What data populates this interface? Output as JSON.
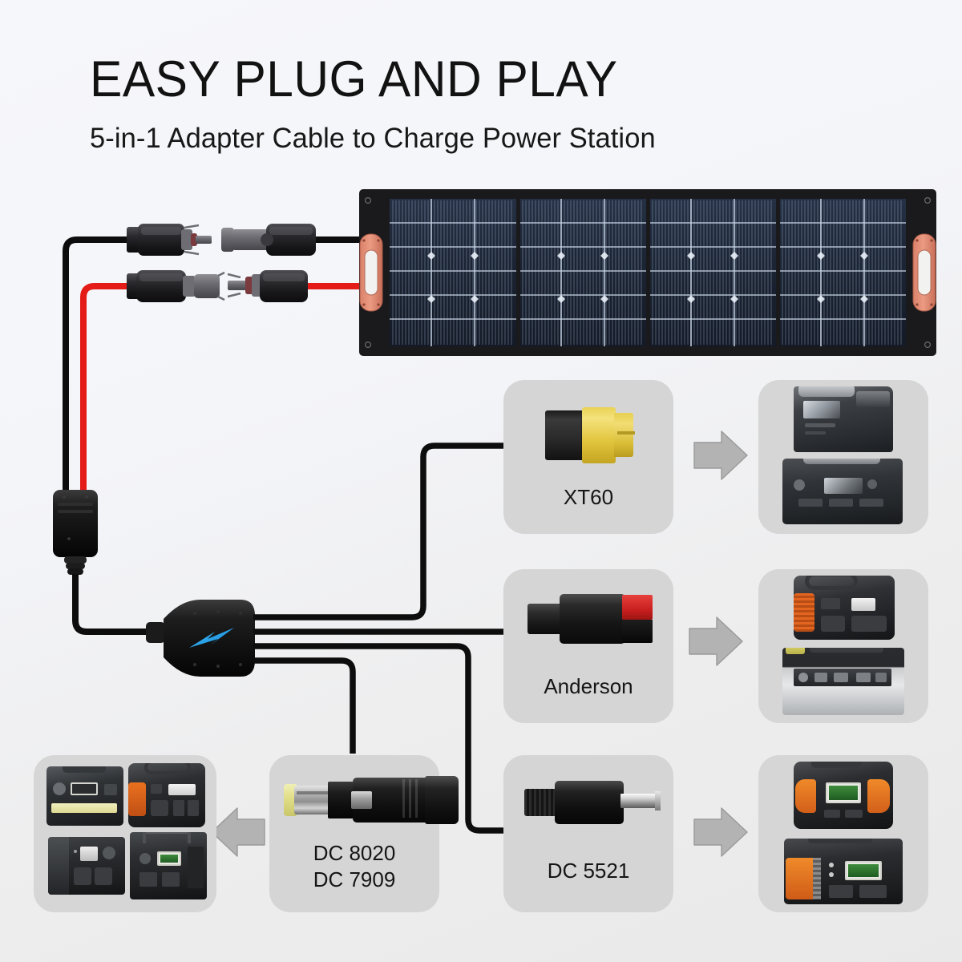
{
  "heading": {
    "title": "EASY PLUG AND PLAY",
    "subtitle": "5-in-1 Adapter Cable to Charge Power Station"
  },
  "colors": {
    "background_top": "#f6f7fb",
    "background_bottom": "#e9e9e9",
    "card_background": "#d5d5d5",
    "arrow": "#b3b3b3",
    "arrow_border": "#9a9a9a",
    "cable_black": "#0d0d0d",
    "cable_red": "#e41b17",
    "hub_bolt_blue": "#29a3e8",
    "xt60_yellow": "#e9d256",
    "anderson_red": "#d4241f",
    "dc_tip_yellow": "#e2e08a",
    "panel_handle_orange": "#e08a72",
    "panel_cell_navy": "#1b2433",
    "text": "#121212"
  },
  "solar_panel": {
    "name": "foldable-solar-panel",
    "sections": 4,
    "cell_rows": 6,
    "handles": [
      "left-handle",
      "right-handle"
    ]
  },
  "mc4_connectors": [
    {
      "name": "mc4-male-negative",
      "row": "top",
      "side": "left",
      "cable": "black"
    },
    {
      "name": "mc4-female-negative",
      "row": "top",
      "side": "right",
      "cable": "black"
    },
    {
      "name": "mc4-male-positive",
      "row": "bottom",
      "side": "left",
      "cable": "red"
    },
    {
      "name": "mc4-female-positive",
      "row": "bottom",
      "side": "right",
      "cable": "red"
    }
  ],
  "hub": {
    "name": "5-in-1-splitter-hub",
    "logo": "lightning-bolt-icon",
    "input_connector": "mc4-to-dc-input-plug",
    "output_count": 4
  },
  "connector_cards": [
    {
      "id": "xt60",
      "label": "XT60",
      "icon": "xt60-connector-icon",
      "arrow": "arrow-right-icon",
      "arrow_direction": "right"
    },
    {
      "id": "anderson",
      "label": "Anderson",
      "icon": "anderson-connector-icon",
      "arrow": "arrow-right-icon",
      "arrow_direction": "right"
    },
    {
      "id": "dc8020_7909",
      "label": "DC 8020\nDC 7909",
      "icon": "dc-barrel-plug-icon",
      "arrow": "arrow-left-icon",
      "arrow_direction": "left"
    },
    {
      "id": "dc5521",
      "label": "DC 5521",
      "icon": "dc-barrel-plug-small-icon",
      "arrow": "arrow-right-icon",
      "arrow_direction": "right"
    }
  ],
  "device_cards": [
    {
      "id": "devices-xt60",
      "name": "power-station-group-xt60",
      "count": 2,
      "devices": [
        {
          "name": "power-station-dark-large",
          "accent": "#9fa2a6"
        },
        {
          "name": "power-station-dark-wide",
          "accent": "#8d9094"
        }
      ]
    },
    {
      "id": "devices-anderson",
      "name": "power-station-group-anderson",
      "count": 2,
      "devices": [
        {
          "name": "power-station-orange-vent",
          "accent": "#d2541e"
        },
        {
          "name": "power-station-silver",
          "accent": "#d8d06a"
        }
      ]
    },
    {
      "id": "devices-dc5521",
      "name": "power-station-group-dc5521",
      "count": 2,
      "devices": [
        {
          "name": "power-station-orange-handle",
          "accent": "#e2761f"
        },
        {
          "name": "power-station-orange-side",
          "accent": "#e2761f"
        }
      ]
    },
    {
      "id": "devices-dc8020",
      "name": "power-station-group-dc8020",
      "count": 4,
      "devices": [
        {
          "name": "power-station-light-bar",
          "accent": "#e8e2a8"
        },
        {
          "name": "power-station-orange-panel",
          "accent": "#d2541e"
        },
        {
          "name": "power-station-black-outlets",
          "accent": "#6d6d6d"
        },
        {
          "name": "power-station-copper-handle",
          "accent": "#c07a3a"
        }
      ]
    }
  ]
}
